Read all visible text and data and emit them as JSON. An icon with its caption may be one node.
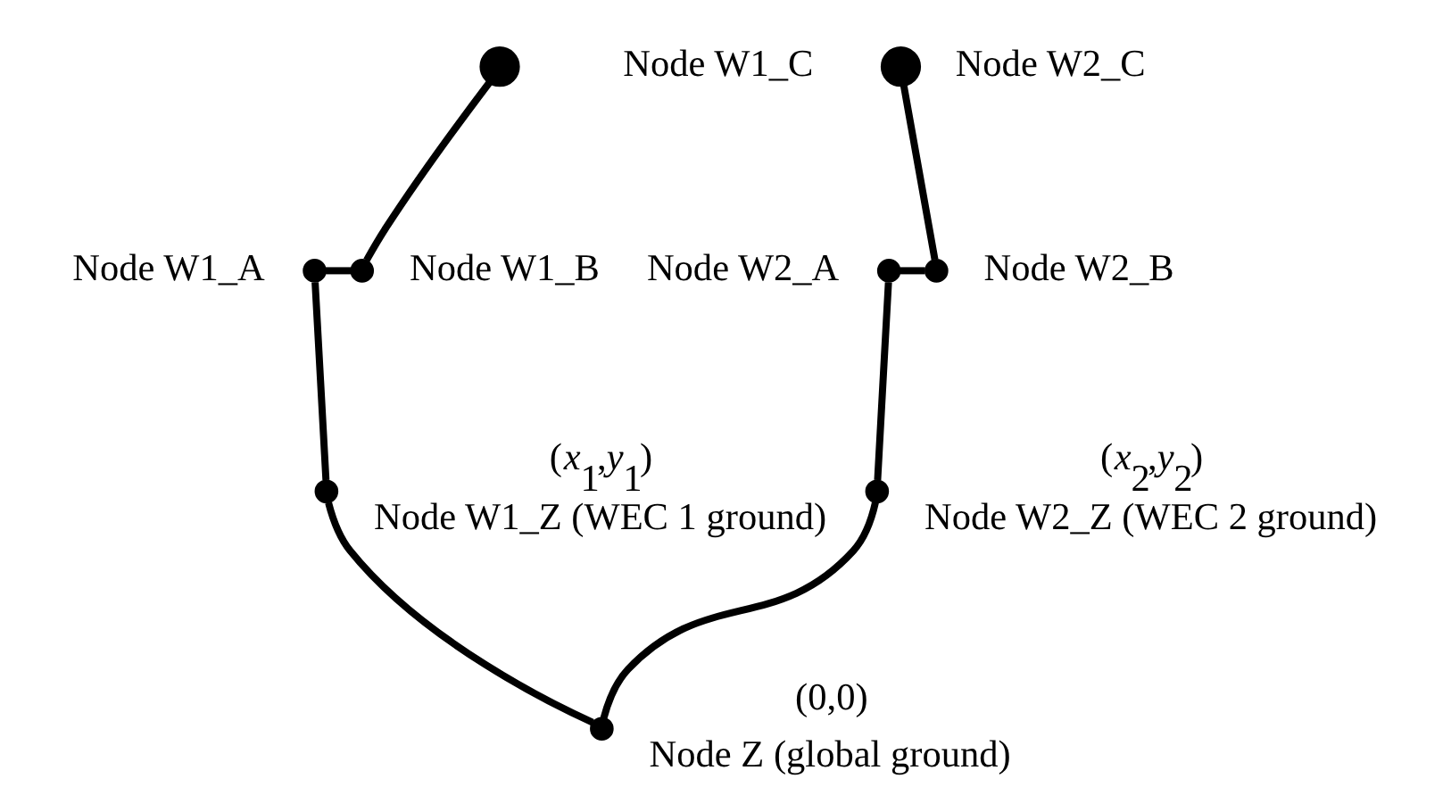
{
  "diagram": {
    "nodes": [
      {
        "text": [],
        "shape": "circle",
        "beside": [
          "Node W1_C"
        ]
      },
      {
        "text": [],
        "shape": "circle",
        "beside": [
          "Node W2_C"
        ]
      },
      {
        "text": [],
        "shape": "circle",
        "beside": [
          "Node W1_A"
        ]
      },
      {
        "text": [],
        "shape": "circle",
        "beside": [
          "Node W1_B"
        ]
      },
      {
        "text": [],
        "shape": "circle",
        "beside": [
          "Node W2_A"
        ]
      },
      {
        "text": [],
        "shape": "circle",
        "beside": [
          "Node W2_B"
        ]
      },
      {
        "text": [],
        "shape": "circle",
        "beside": [
          "(*x*$_{1}$,*y*$_{1}$)",
          "Node W1_Z (WEC 1 ground)"
        ]
      },
      {
        "text": [],
        "shape": "circle",
        "beside": [
          "(*x*$_{2}$,*y*$_{2}$)",
          "Node W2_Z (WEC 2 ground)"
        ]
      },
      {
        "text": [],
        "shape": "circle",
        "beside": [
          "(0,0)",
          "Node Z (global ground)"
        ]
      }
    ],
    "edges": [
      {
        "from": 0,
        "to": 3,
        "arrow": "none"
      },
      {
        "from": 2,
        "to": 3,
        "arrow": "none"
      },
      {
        "from": 2,
        "to": 6,
        "arrow": "none"
      },
      {
        "from": 6,
        "to": 8,
        "arrow": "none"
      },
      {
        "from": 7,
        "to": 8,
        "arrow": "none"
      },
      {
        "from": 4,
        "to": 7,
        "arrow": "none"
      },
      {
        "from": 4,
        "to": 5,
        "arrow": "none"
      },
      {
        "from": 1,
        "to": 5,
        "arrow": "none"
      }
    ]
  }
}
